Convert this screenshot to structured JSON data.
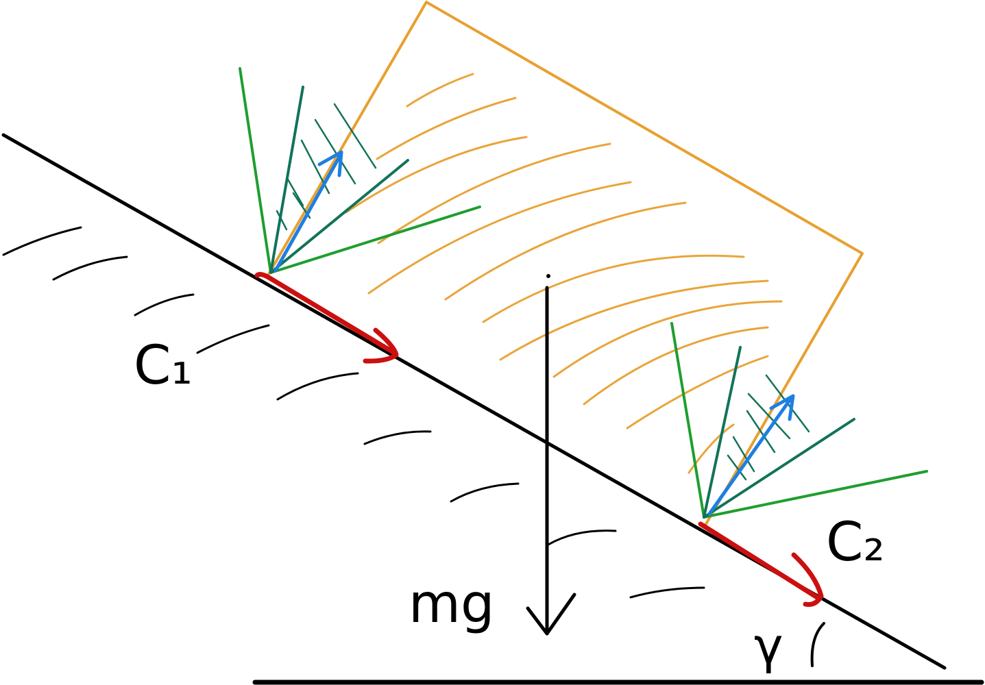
{
  "labels": {
    "contact_1": "C₁",
    "contact_2": "C₂",
    "weight": "mg",
    "angle": "γ"
  },
  "colors": {
    "ink": "#000000",
    "block": "#e8a030",
    "normal_light": "#1f9e2f",
    "normal_dark": "#11735a",
    "reaction": "#1e7fe0",
    "friction": "#cc0f0f"
  }
}
